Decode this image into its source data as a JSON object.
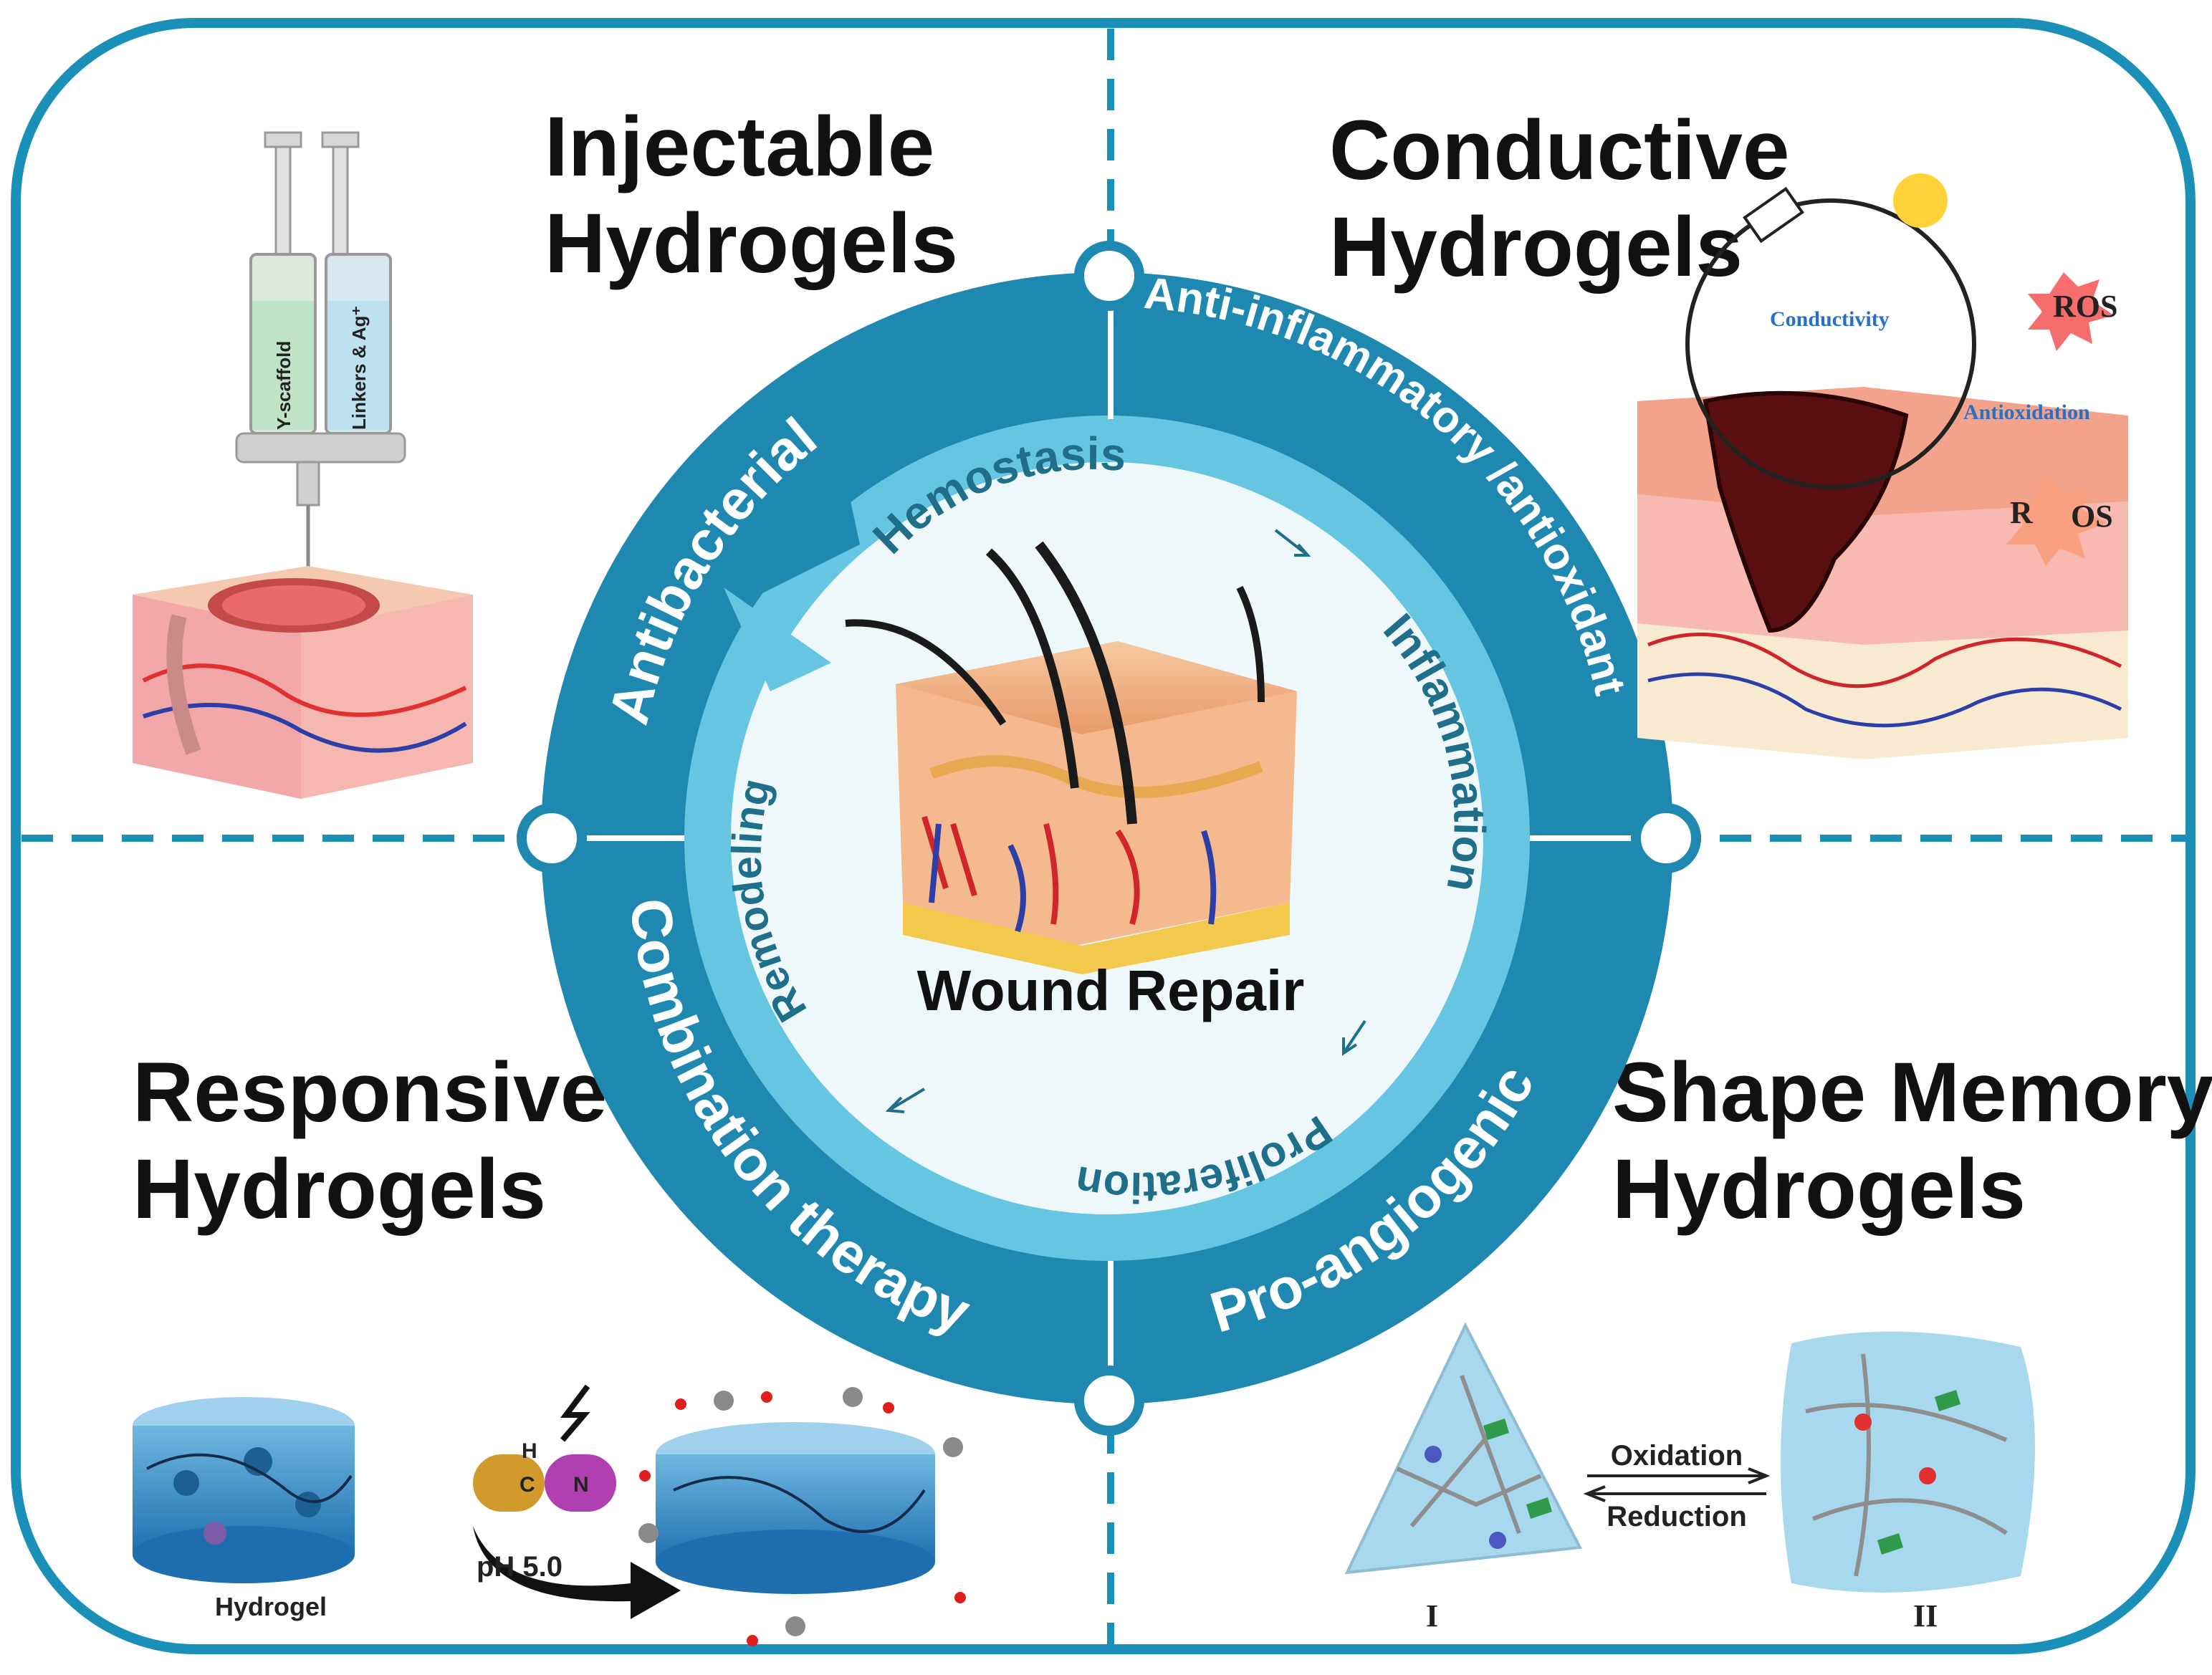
{
  "center": {
    "title": "Wound Repair"
  },
  "quadrants": {
    "top_left": {
      "line1": "Injectable",
      "line2": "Hydrogels"
    },
    "top_right": {
      "line1": "Conductive",
      "line2": "Hydrogels"
    },
    "bottom_left": {
      "line1": "Responsive",
      "line2": "Hydrogels"
    },
    "bottom_right": {
      "line1": "Shape Memory",
      "line2": "Hydrogels"
    }
  },
  "outer_ring": {
    "antibacterial": "Antibacterial",
    "anti_inflammatory": "Anti-inflammatory /antioxidant",
    "combination": "Combination therapy",
    "pro_angiogenic": "Pro-angiogenic"
  },
  "stages": {
    "hemostasis": "Hemostasis",
    "inflammation": "Inflammation",
    "proliferation": "Proliferation",
    "remodeling": "Remodeling"
  },
  "injectable_figure": {
    "syringe_left": "Y-scaffold",
    "syringe_right": "Linkers & Ag⁺"
  },
  "conductive_figure": {
    "conductivity": "Conductivity",
    "antioxidation": "Antioxidation",
    "ros": "ROS",
    "ros2_a": "R",
    "ros2_b": "OS"
  },
  "responsive_figure": {
    "hydrogel": "Hydrogel",
    "ph": "pH 5.0",
    "h": "H",
    "c": "C",
    "n": "N"
  },
  "shape_memory_figure": {
    "oxidation": "Oxidation",
    "reduction": "Reduction",
    "state1": "I",
    "state2": "II"
  },
  "colors": {
    "frame": "#1a8fb8",
    "ring_outer": "#1f88b1",
    "ring_inner": "#66c5e0",
    "center_fill": "#eef8fb"
  }
}
